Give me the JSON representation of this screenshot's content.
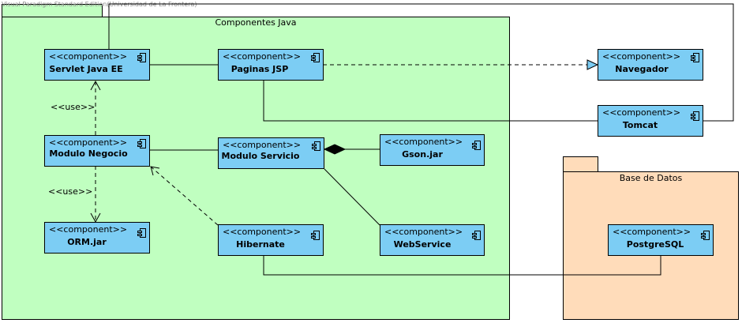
{
  "watermark": "Visual Paradigm Standard Edition(Universidad de La Frontera)",
  "packages": {
    "java": {
      "title": "Componentes Java"
    },
    "db": {
      "title": "Base de Datos"
    }
  },
  "components": {
    "servlet": {
      "stereotype": "<<component>>",
      "name": "Servlet Java EE"
    },
    "jsp": {
      "stereotype": "<<component>>",
      "name": "Paginas JSP"
    },
    "navegador": {
      "stereotype": "<<component>>",
      "name": "Navegador"
    },
    "tomcat": {
      "stereotype": "<<component>>",
      "name": "Tomcat"
    },
    "negocio": {
      "stereotype": "<<component>>",
      "name": "Modulo Negocio"
    },
    "servicio": {
      "stereotype": "<<component>>",
      "name": "Modulo Servicio"
    },
    "gson": {
      "stereotype": "<<component>>",
      "name": "Gson.jar"
    },
    "orm": {
      "stereotype": "<<component>>",
      "name": "ORM.jar"
    },
    "hibernate": {
      "stereotype": "<<component>>",
      "name": "Hibernate"
    },
    "webservice": {
      "stereotype": "<<component>>",
      "name": "WebService"
    },
    "postgres": {
      "stereotype": "<<component>>",
      "name": "PostgreSQL"
    }
  },
  "labels": {
    "use1": "<<use>>",
    "use2": "<<use>>"
  },
  "colors": {
    "java_package": "#c0ffc0",
    "db_package": "#ffdcba",
    "component": "#7ccdf4"
  }
}
